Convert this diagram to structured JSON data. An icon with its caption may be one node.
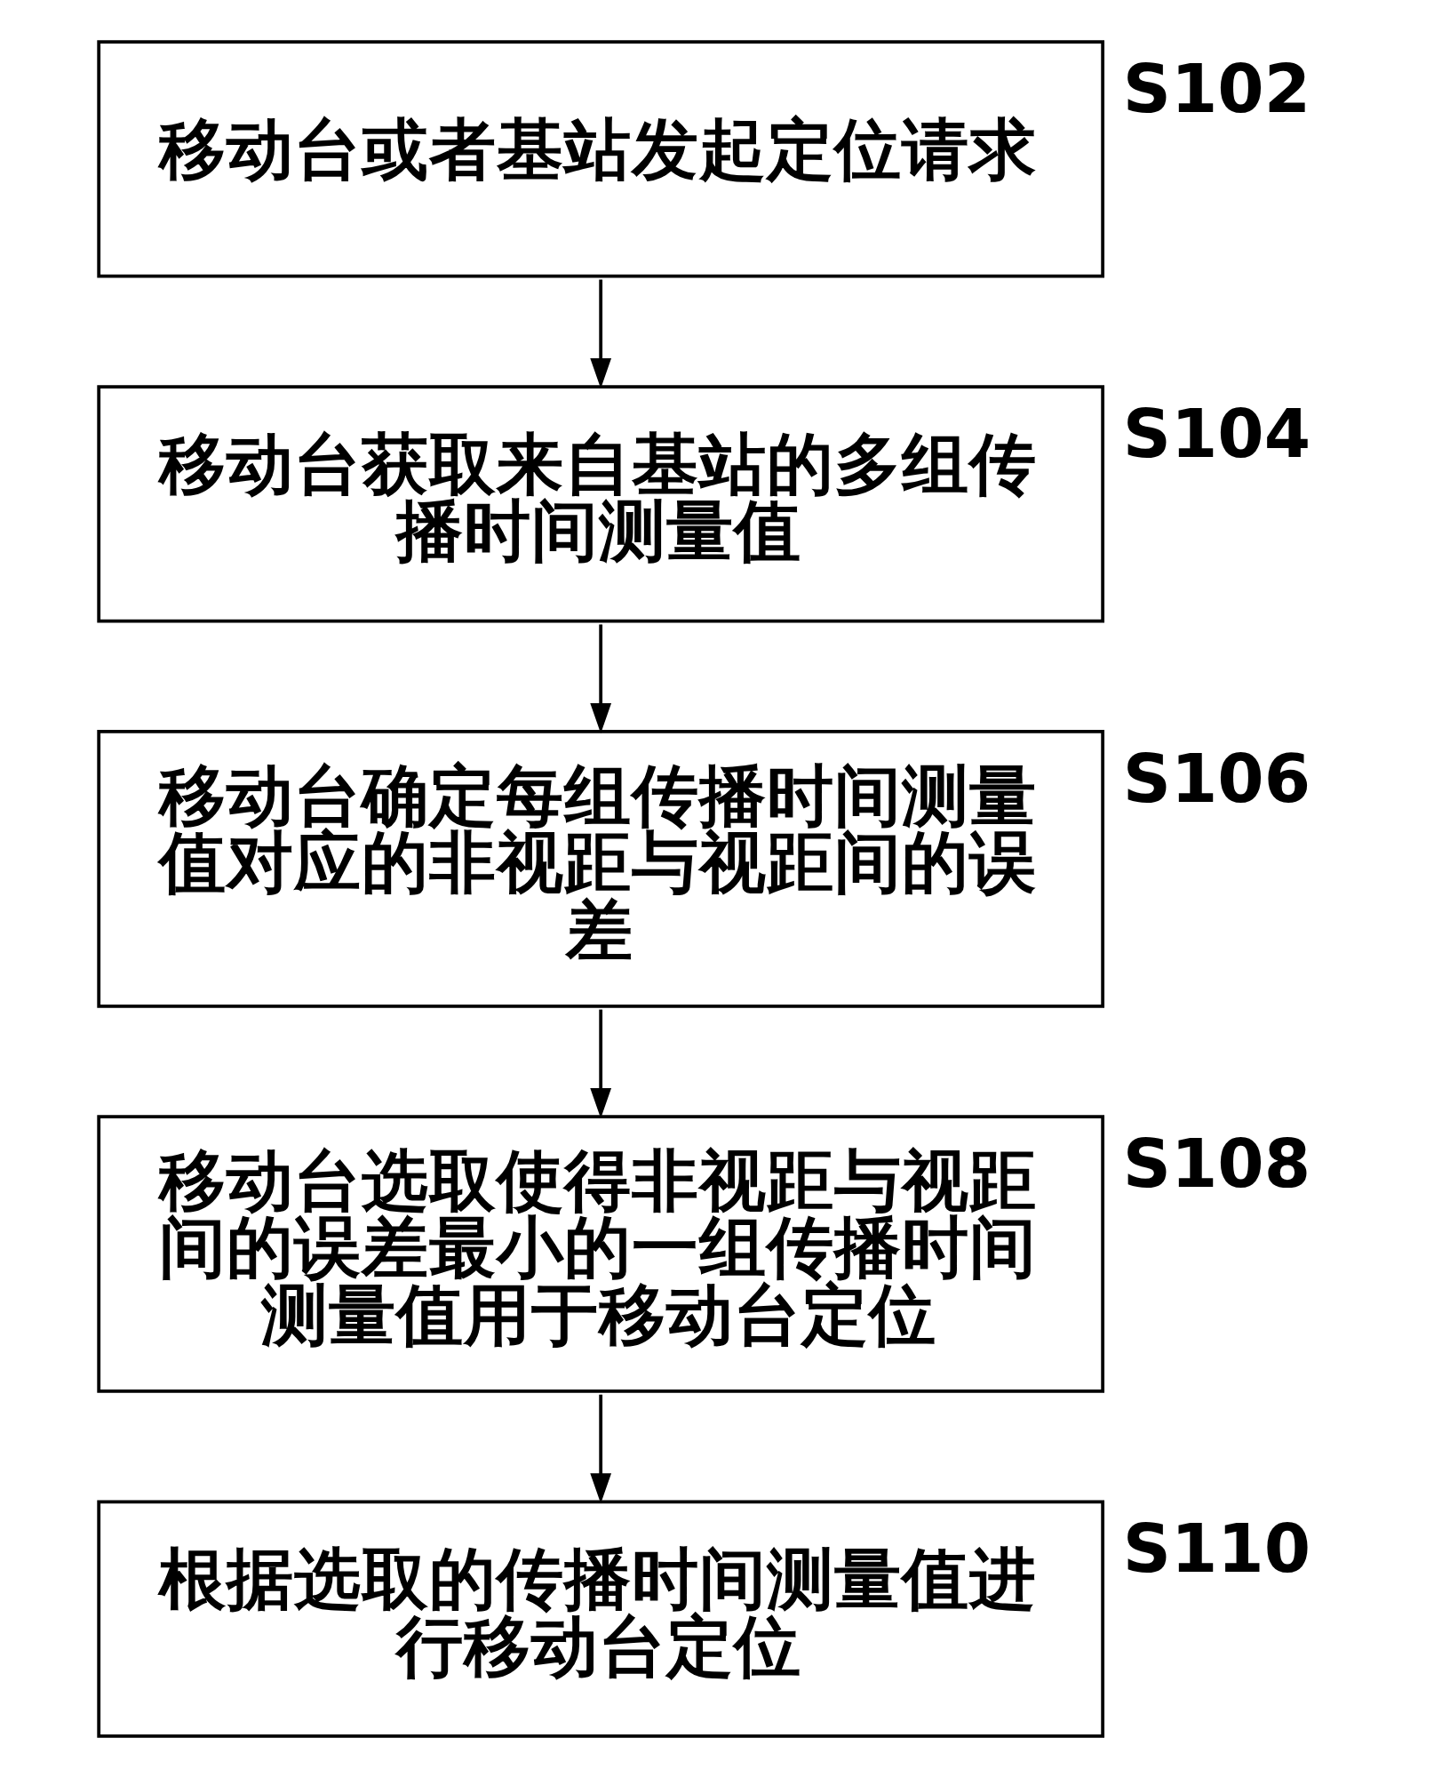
{
  "diagram": {
    "nodes": [
      {
        "text": [
          "移动台或者基站发起定位请求"
        ],
        "beside": [
          "S102"
        ]
      },
      {
        "text": [
          "移动台获取来自基站的多组传播时间测量值"
        ],
        "beside": [
          "S104"
        ]
      },
      {
        "text": [
          "移动台确定每组传播时间测量值对应的非视距与视距间的误差"
        ],
        "beside": [
          "S106"
        ]
      },
      {
        "text": [
          "移动台选取使得非视距与视距间的误差最小的一组传播时间测量值用于移动台定位"
        ],
        "beside": [
          "S108"
        ]
      },
      {
        "text": [
          "根据选取的传播时间测量值进行移动台定位"
        ],
        "beside": [
          "S110"
        ]
      }
    ],
    "edges": [
      {
        "from": 0,
        "to": 1,
        "arrow": "to"
      },
      {
        "from": 1,
        "to": 2,
        "arrow": "to"
      },
      {
        "from": 2,
        "to": 3,
        "arrow": "to"
      },
      {
        "from": 3,
        "to": 4,
        "arrow": "to"
      }
    ]
  }
}
